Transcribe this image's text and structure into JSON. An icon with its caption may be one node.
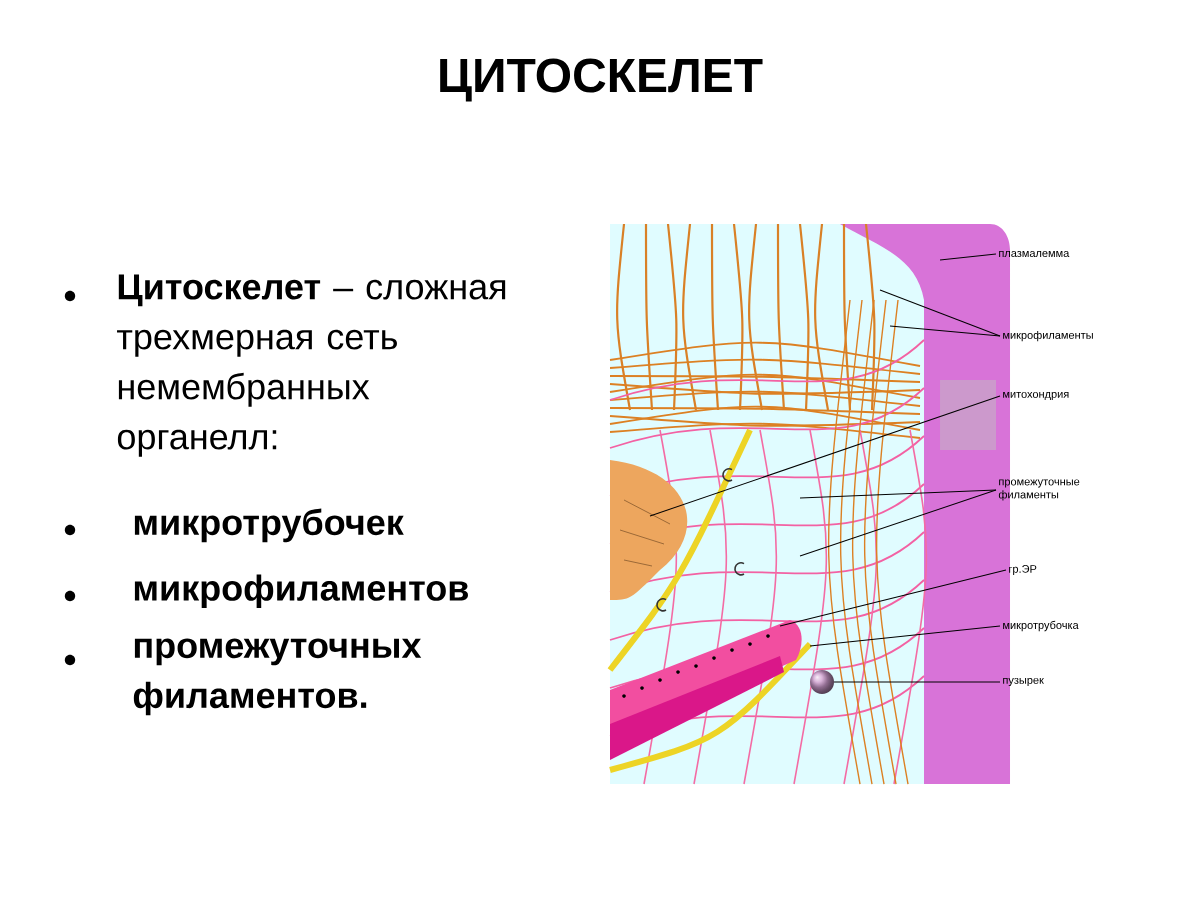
{
  "diagram": {
    "title": "ЦИТОСКЕЛЕТ",
    "nodes": [
      {
        "text": [
          "плазмалемма"
        ]
      },
      {
        "text": [
          "микрофиламенты"
        ]
      },
      {
        "text": [
          "митохондрия"
        ]
      },
      {
        "text": [
          "промежуточные филаменты"
        ]
      },
      {
        "text": [
          "гр.ЭР"
        ]
      },
      {
        "text": [
          "микротрубочка"
        ]
      },
      {
        "text": [
          "пузырек"
        ]
      }
    ],
    "edges": [
      {
        "from": 0,
        "to": null,
        "arrow": "none"
      },
      {
        "from": 1,
        "to": null,
        "arrow": "none"
      },
      {
        "from": 1,
        "to": null,
        "arrow": "none"
      },
      {
        "from": 2,
        "to": null,
        "arrow": "none"
      },
      {
        "from": 3,
        "to": null,
        "arrow": "none"
      },
      {
        "from": 3,
        "to": null,
        "arrow": "none"
      },
      {
        "from": 4,
        "to": null,
        "arrow": "none"
      },
      {
        "from": 5,
        "to": null,
        "arrow": "none"
      },
      {
        "from": 6,
        "to": null,
        "arrow": "none"
      }
    ],
    "labels": [
      "**Цитоскелет** – сложная трехмерная сеть немембранных органелл:",
      "микротрубочек",
      "микрофиламентов",
      "промежуточных филаментов."
    ]
  }
}
